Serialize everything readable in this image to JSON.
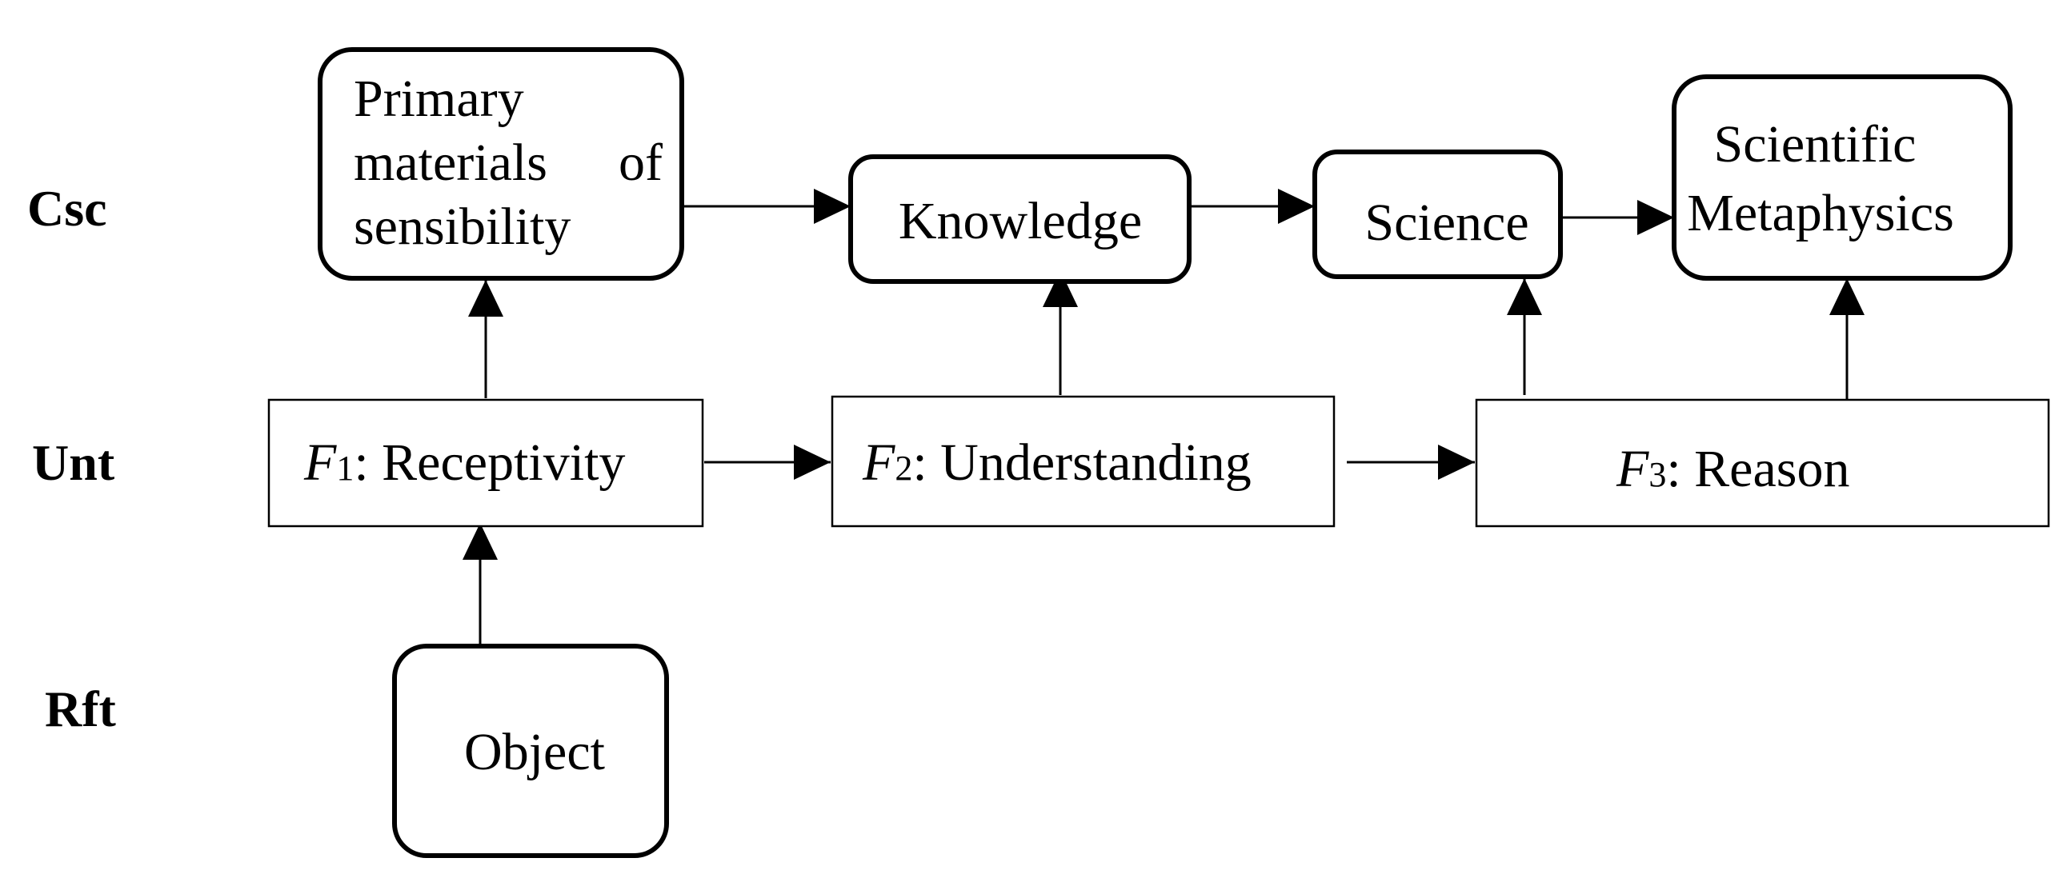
{
  "rows": {
    "csc": "Csc",
    "unt": "Unt",
    "rft": "Rft"
  },
  "nodes": {
    "primary": {
      "line1": "Primary",
      "line2a": "materials",
      "line2b": "of",
      "line3": "sensibility"
    },
    "knowledge": "Knowledge",
    "science": "Science",
    "metaphysics": {
      "line1": "Scientific",
      "line2": "Metaphysics"
    },
    "f1": {
      "symbol": "F",
      "subscript": "1",
      "label": ": Receptivity"
    },
    "f2": {
      "symbol": "F",
      "subscript": "2",
      "label": ": Understanding"
    },
    "f3": {
      "symbol": "F",
      "subscript": "3",
      "label": ": Reason"
    },
    "object": "Object"
  },
  "edges": [
    {
      "from": "object",
      "to": "f1"
    },
    {
      "from": "f1",
      "to": "primary"
    },
    {
      "from": "f1",
      "to": "f2"
    },
    {
      "from": "f2",
      "to": "knowledge"
    },
    {
      "from": "f2",
      "to": "f3"
    },
    {
      "from": "f3",
      "to": "science"
    },
    {
      "from": "f3",
      "to": "metaphysics"
    },
    {
      "from": "primary",
      "to": "knowledge"
    },
    {
      "from": "knowledge",
      "to": "science"
    },
    {
      "from": "science",
      "to": "metaphysics"
    }
  ]
}
